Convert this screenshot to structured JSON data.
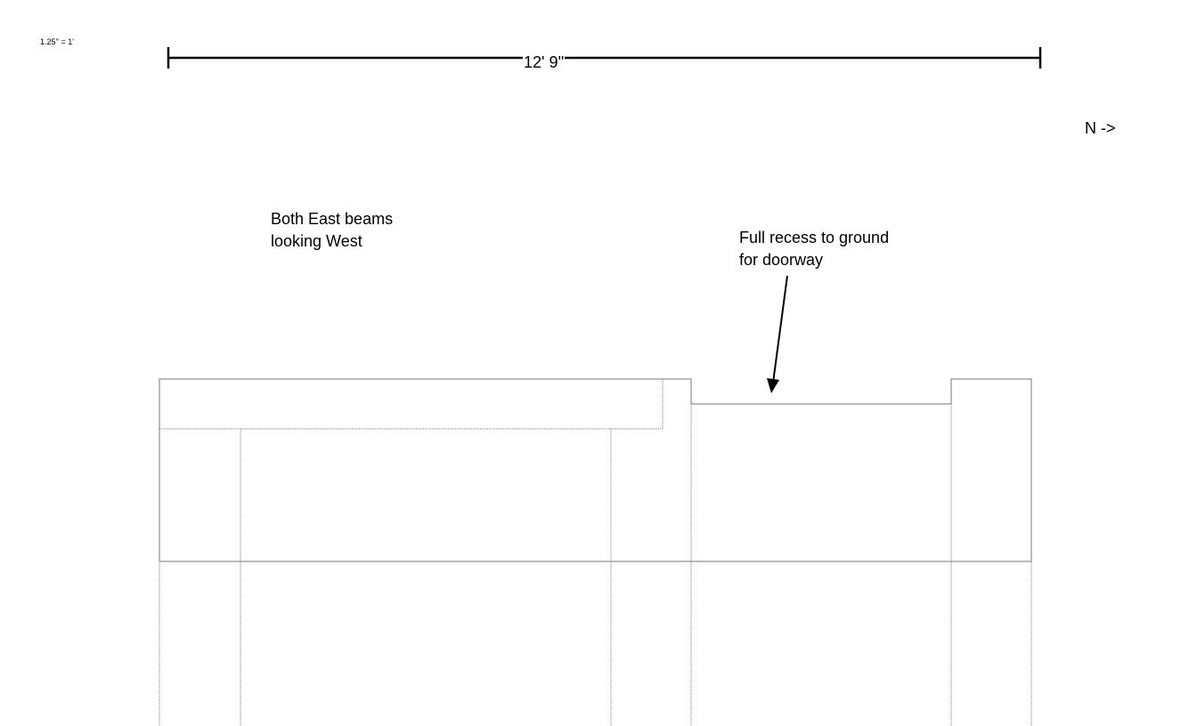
{
  "scale_label": "1.25'' = 1'",
  "dimension_label": "12' 9''",
  "north_label": "N ->",
  "notes": {
    "view_line1": "Both East beams",
    "view_line2": "looking West",
    "recess_line1": "Full recess to ground",
    "recess_line2": "for doorway"
  },
  "colors": {
    "line": "#000000",
    "outline": "#808080"
  }
}
